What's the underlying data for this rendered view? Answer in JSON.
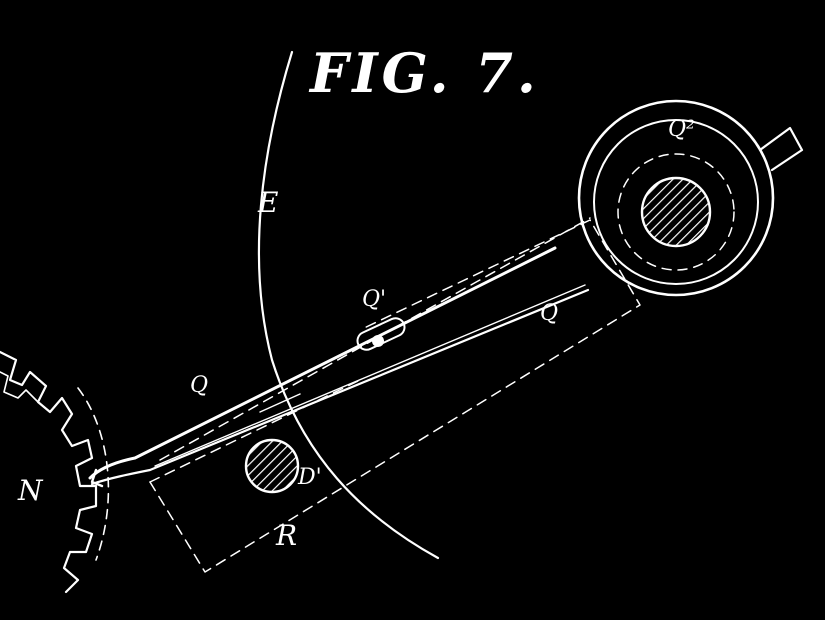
{
  "figure": {
    "title": "FIG. 7.",
    "labels": {
      "E": "E",
      "Q2": "Q²",
      "Q1": "Q'",
      "Q_left": "Q",
      "Q_right": "Q",
      "N": "N",
      "D1": "D'",
      "R": "R"
    }
  },
  "colors": {
    "background": "#000000",
    "ink": "#ffffff"
  }
}
